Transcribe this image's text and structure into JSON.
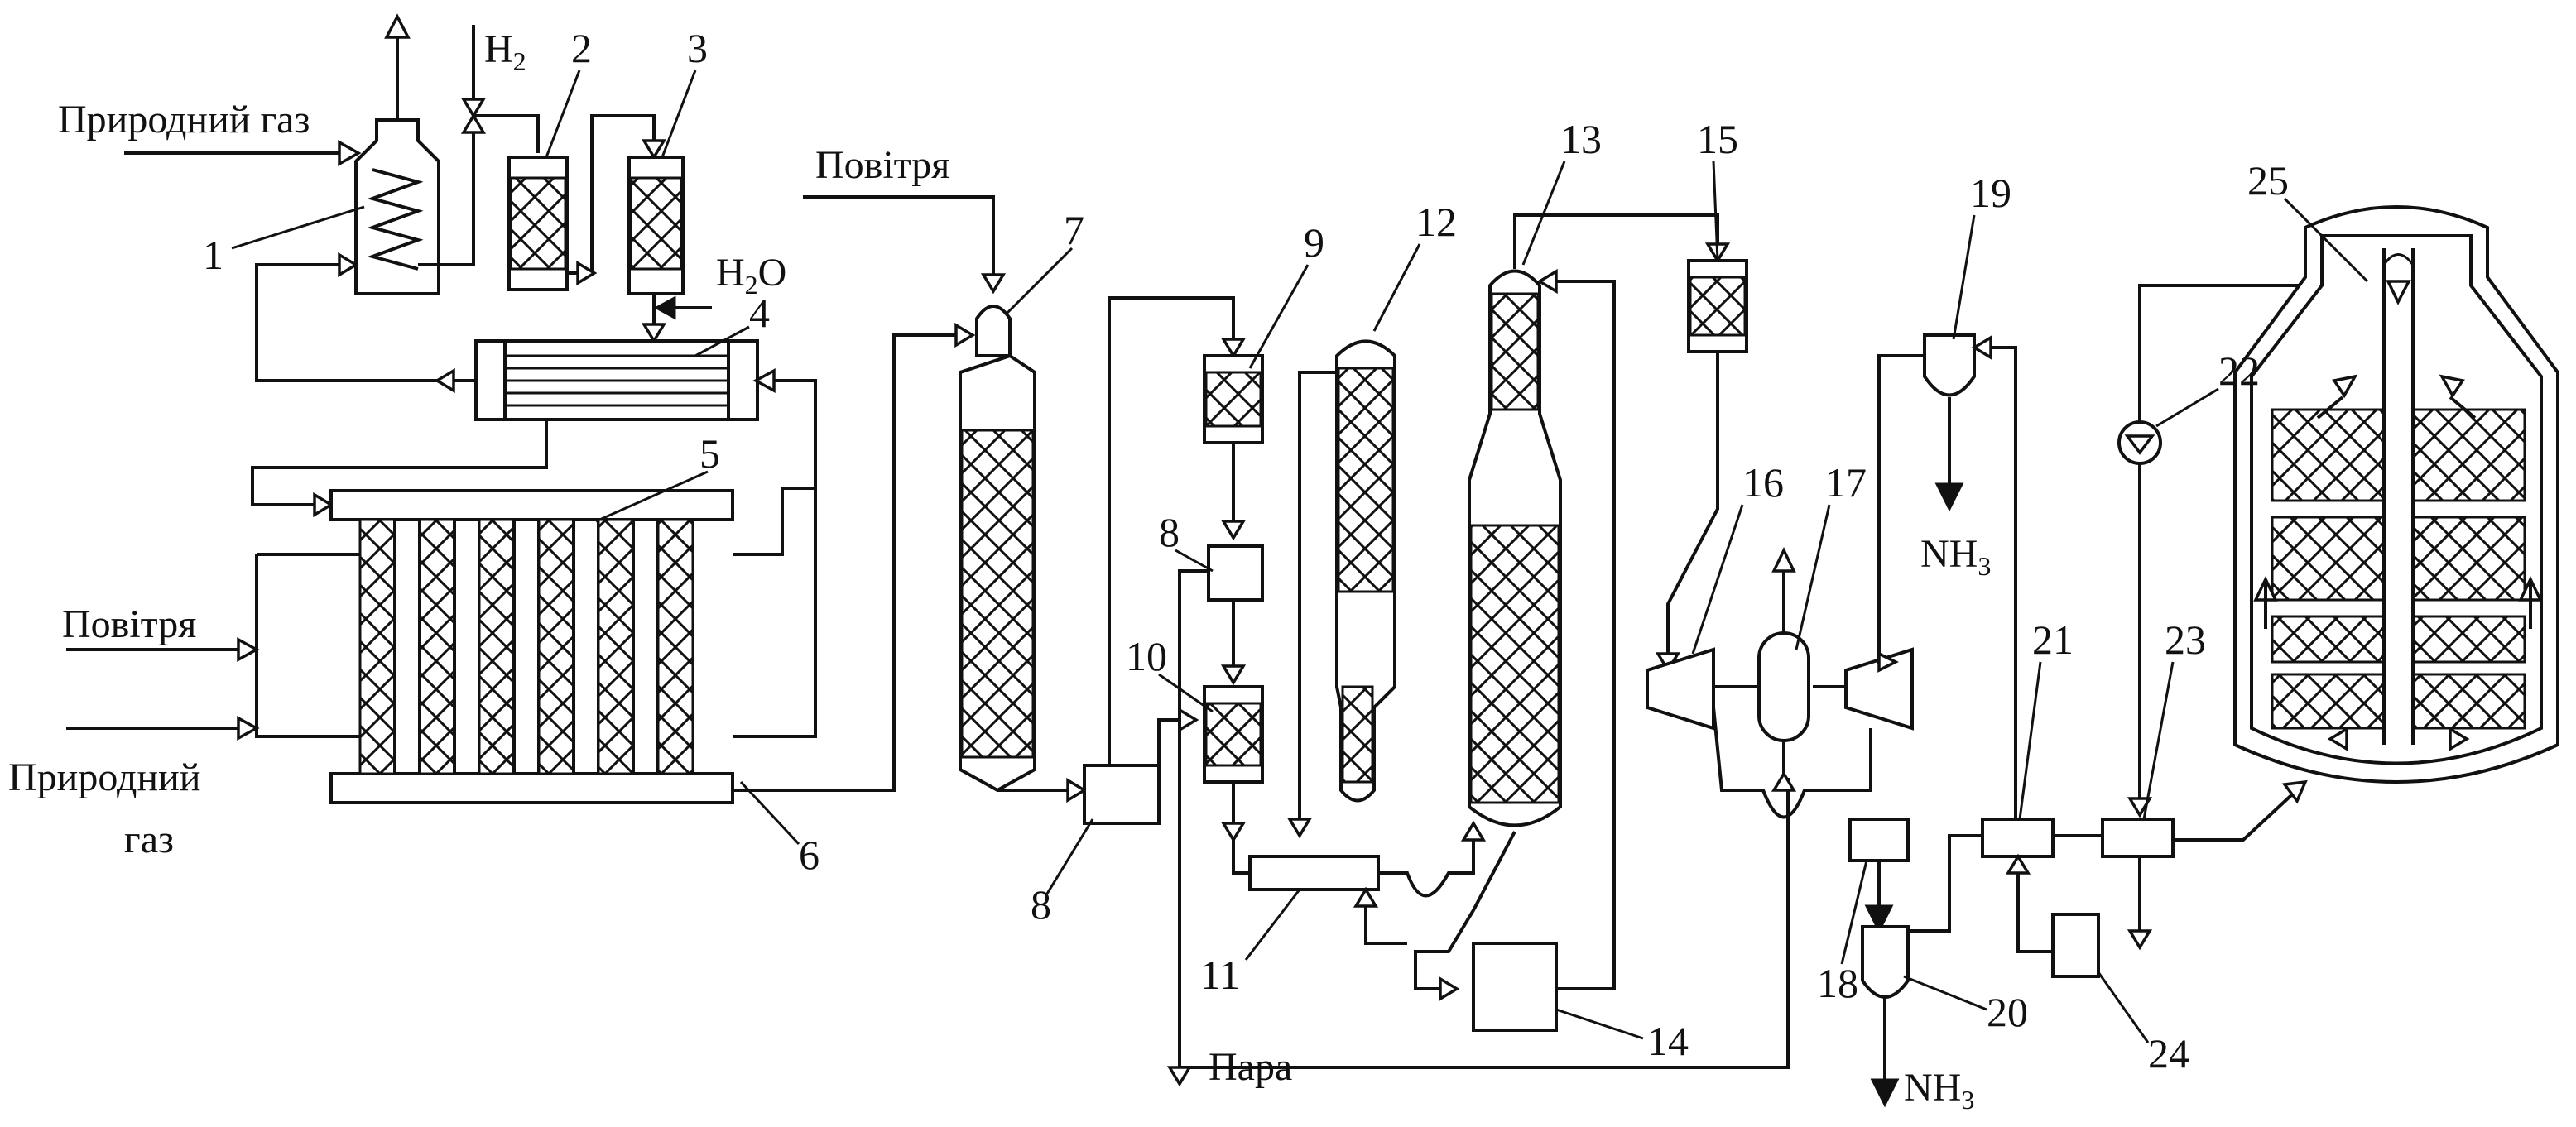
{
  "diagram": {
    "labels": {
      "natural_gas_top": "Природний газ",
      "h2": "H",
      "h2_sub": "2",
      "h2o": "H",
      "h2o_sub": "2",
      "h2o_end": "O",
      "air_top": "Повітря",
      "air_left": "Повітря",
      "natural_gas_left_1": "Природний",
      "natural_gas_left_2": "газ",
      "steam": "Пара",
      "nh3_top": "NH",
      "nh3_top_sub": "3",
      "nh3_bottom": "NH",
      "nh3_bottom_sub": "3"
    },
    "numbers": [
      "1",
      "2",
      "3",
      "4",
      "5",
      "6",
      "7",
      "8",
      "8",
      "9",
      "10",
      "11",
      "12",
      "13",
      "14",
      "15",
      "16",
      "17",
      "18",
      "19",
      "20",
      "21",
      "22",
      "23",
      "24",
      "25"
    ]
  }
}
